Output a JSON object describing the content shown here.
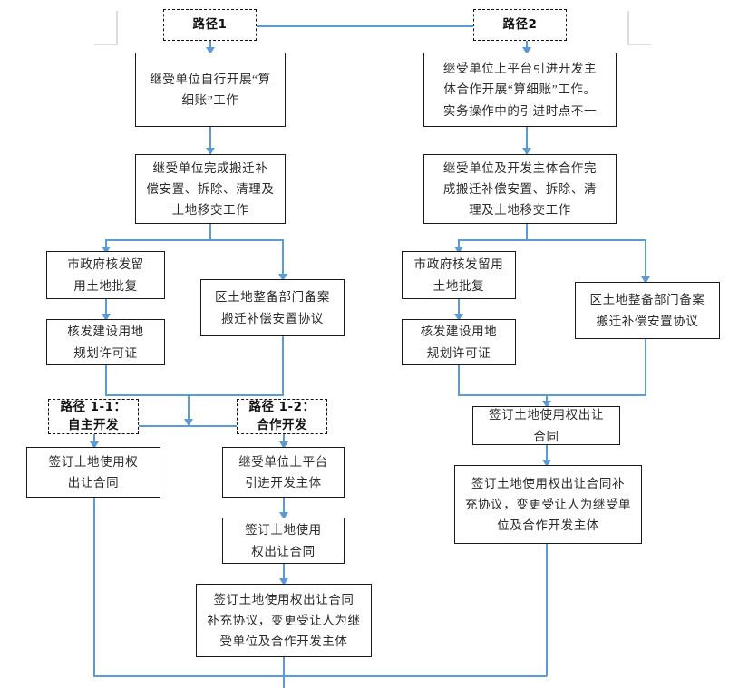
{
  "diagram": {
    "title_note": "土地整备留用地开发路径流程图",
    "accent_color": "#5b9bd5",
    "box_border_color": "#1a1a1a",
    "background_color": "#ffffff"
  },
  "path_labels": {
    "path1": "路径1",
    "path2": "路径2",
    "path1_1": "路径 1-1：\n自主开发",
    "path1_2": "路径 1-2：\n合作开发"
  },
  "nodes": {
    "n1_suan_xi_zhang": "继受单位自行开展“算\n细账”工作",
    "n2_ban_qian": "继受单位完成搬迁补\n偿安置、拆除、清理及\n土地移交工作",
    "n3_shi_zheng_fu": "市政府核发留\n用土地批复",
    "n4_gui_hua_xu_ke": "核发建设用地\n规划许可证",
    "n5_qu_tu_di_bei_an": "区土地整备部门备案\n搬迁补偿安置协议",
    "n6_chu_rang_left": "签订土地使用权\n出让合同",
    "n7_shang_ping_tai": "继受单位上平台\n引进开发主体",
    "n8_chu_rang_mid": "签订土地使用\n权出让合同",
    "n9_bu_chong_mid": "签订土地使用权出让合同\n补充协议，变更受让人为继\n受单位及合作开发主体",
    "n10_suan_xi_zhang_r": "继受单位上平台引进开发主\n体合作开展“算细账”工作。\n实务操作中的引进时点不一",
    "n11_ban_qian_r": "继受单位及开发主体合作完\n成搬迁补偿安置、拆除、清\n理及土地移交工作",
    "n12_shi_zheng_fu_r": "市政府核发留用\n土地批复",
    "n13_gui_hua_xu_ke_r": "核发建设用地\n规划许可证",
    "n14_qu_tu_di_bei_an_r": "区土地整备部门备案\n搬迁补偿安置协议",
    "n15_chu_rang_r": "签订土地使用权出让\n合同",
    "n16_bu_chong_r": "签订土地使用权出让合同补\n充协议，变更受让人为继受单\n位及合作开发主体"
  }
}
